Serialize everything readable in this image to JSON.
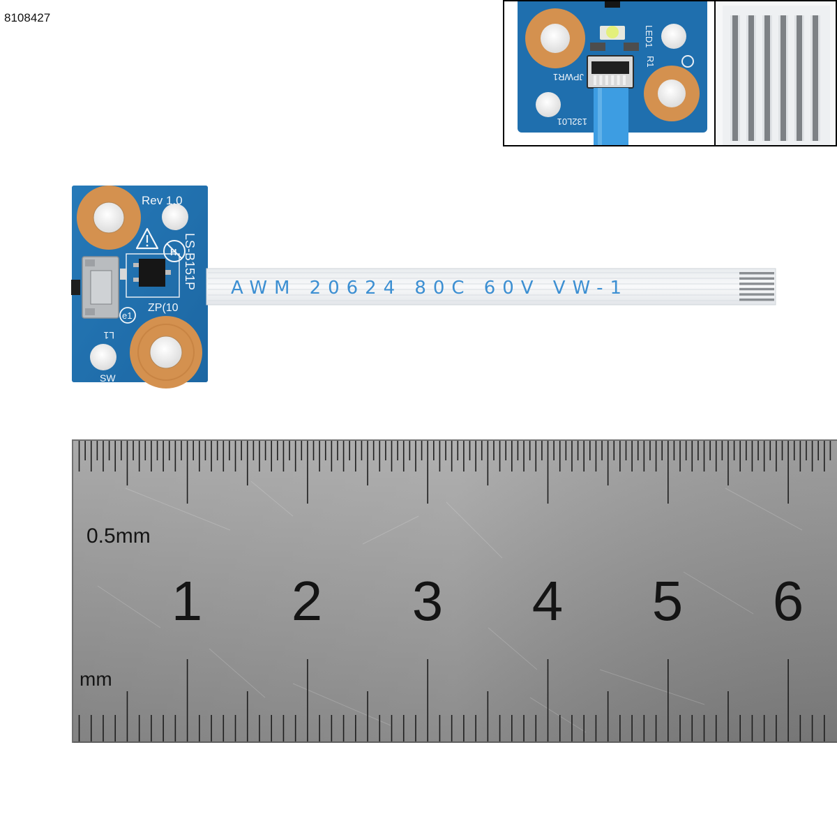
{
  "sku": "8108427",
  "inset": {
    "led_label": "LED1",
    "resistor_label": "R1",
    "connector_label": "JPWR1",
    "part_label": "132L01"
  },
  "board": {
    "rev": "Rev 1.0",
    "model": "LS-B151P",
    "zp_label": "ZP(10",
    "e1_label": "e1",
    "l1_label": "L1",
    "switch_label": "SW"
  },
  "cable": {
    "print": "AWM 20624 80C 60V VW-1"
  },
  "ruler": {
    "top_scale": "0.5mm",
    "bottom_scale": "mm",
    "cm_labels": [
      "1",
      "2",
      "3",
      "4",
      "5",
      "6"
    ]
  },
  "colors": {
    "pcb": "#1f6fae",
    "copper": "#d4914f",
    "cable_text": "#3c8fd2",
    "inset_cable": "#3d9de2",
    "ruler_ink": "#141414"
  },
  "icons": [
    "warning-triangle-icon",
    "no-halogen-icon"
  ]
}
